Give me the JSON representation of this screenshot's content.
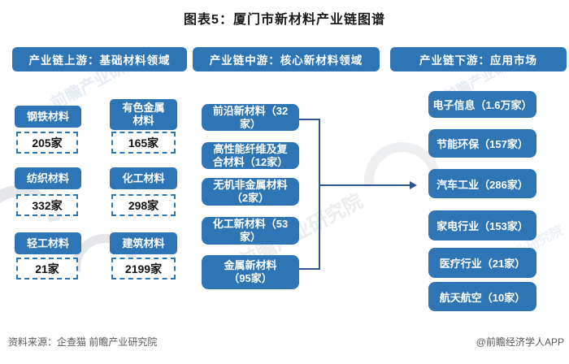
{
  "title": "图表5：厦门市新材料产业链图谱",
  "headers": {
    "upstream": "产业链上游：基础材料领域",
    "midstream": "产业链中游：核心新材料领域",
    "downstream": "产业链下游：应用市场"
  },
  "upstream": {
    "items": [
      {
        "label": "钢铁材料",
        "count": "205家"
      },
      {
        "label": "有色金属\n材料",
        "count": "165家"
      },
      {
        "label": "纺织材料",
        "count": "332家"
      },
      {
        "label": "化工材料",
        "count": "298家"
      },
      {
        "label": "轻工材料",
        "count": "21家"
      },
      {
        "label": "建筑材料",
        "count": "2199家"
      }
    ]
  },
  "midstream": {
    "items": [
      {
        "label": "前沿新材料（32\n家）"
      },
      {
        "label": "高性能纤维及复\n合材料（12家）"
      },
      {
        "label": "无机非金属材料\n（2家）"
      },
      {
        "label": "化工新材料（53\n家）"
      },
      {
        "label": "金属新材料\n（95家）"
      }
    ]
  },
  "downstream": {
    "items": [
      {
        "label": "电子信息（1.6万家）"
      },
      {
        "label": "节能环保（157家）"
      },
      {
        "label": "汽车工业（286家）"
      },
      {
        "label": "家电行业（153家）"
      },
      {
        "label": "医疗行业（21家）"
      },
      {
        "label": "航天航空（10家）"
      }
    ]
  },
  "watermark": "前瞻产业研究院",
  "footer": {
    "source": "资料来源：企查猫 前瞻产业研究院",
    "credit": "@前瞻经济学人APP"
  },
  "colors": {
    "box_blue": "#2E75B6",
    "connector_blue": "#2F5597",
    "dashed_border_blue": "#2E75B6",
    "footer_gray": "#595959"
  }
}
